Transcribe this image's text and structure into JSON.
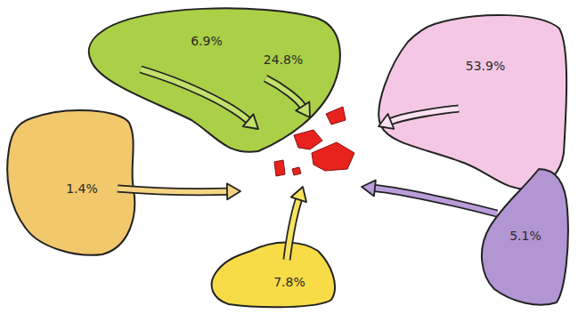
{
  "diagram": {
    "nodes": [
      {
        "text": [
          "6.9%",
          "24.8%"
        ]
      },
      {
        "text": [
          "53.9%"
        ]
      },
      {
        "text": [
          "1.4%"
        ]
      },
      {
        "text": [
          "5.1%"
        ]
      },
      {
        "text": [
          "7.8%"
        ]
      }
    ]
  }
}
